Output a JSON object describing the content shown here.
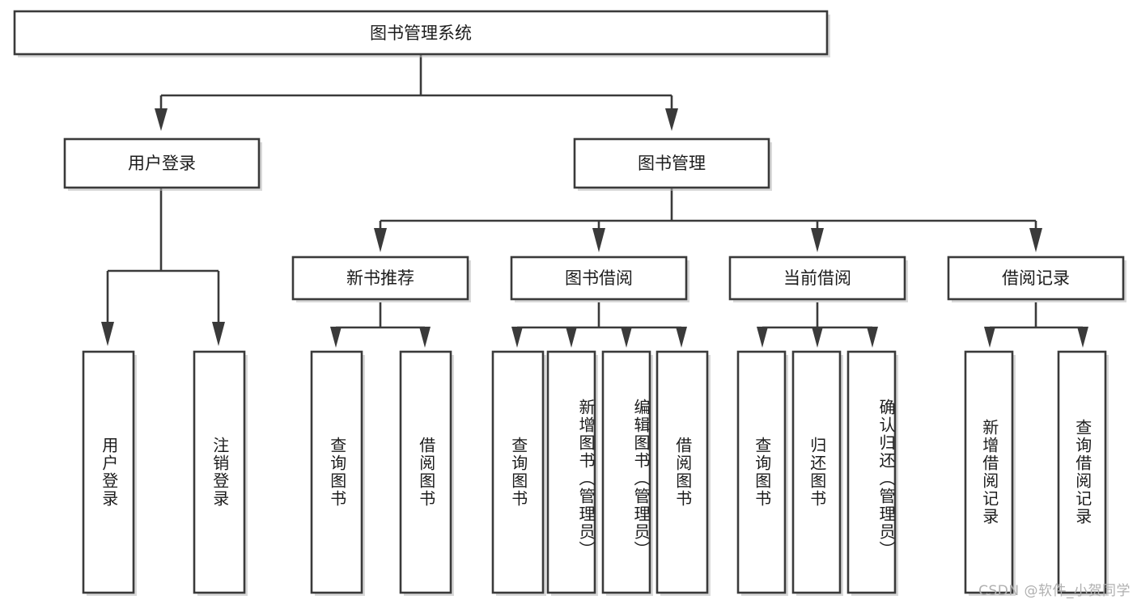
{
  "diagram": {
    "title": "图书管理系统",
    "watermark": "CSDN @软件_小贺同学",
    "type": "tree-hierarchy",
    "colors": {
      "box_stroke": "#3a3a3a",
      "box_fill": "#ffffff",
      "text": "#1c1c1c",
      "background": "#ffffff",
      "watermark": "#b0b0b0"
    },
    "root": {
      "label": "图书管理系统"
    },
    "level2": [
      {
        "id": "user-login",
        "label": "用户登录"
      },
      {
        "id": "book-management",
        "label": "图书管理"
      }
    ],
    "level3": [
      {
        "id": "new-book-recommend",
        "label": "新书推荐",
        "parent": "book-management"
      },
      {
        "id": "book-borrow",
        "label": "图书借阅",
        "parent": "book-management"
      },
      {
        "id": "current-borrow",
        "label": "当前借阅",
        "parent": "book-management"
      },
      {
        "id": "borrow-record",
        "label": "借阅记录",
        "parent": "book-management"
      }
    ],
    "leaves": [
      {
        "id": "leaf-user-login",
        "label": "用户登录",
        "parent": "user-login"
      },
      {
        "id": "leaf-logout-login",
        "label": "注销登录",
        "parent": "user-login"
      },
      {
        "id": "leaf-query-book-1",
        "label": "查询图书",
        "parent": "new-book-recommend"
      },
      {
        "id": "leaf-borrow-book-1",
        "label": "借阅图书",
        "parent": "new-book-recommend"
      },
      {
        "id": "leaf-query-book-2",
        "label": "查询图书",
        "parent": "book-borrow"
      },
      {
        "id": "leaf-add-book",
        "label": "新增图书（管理员）",
        "parent": "book-borrow"
      },
      {
        "id": "leaf-edit-book",
        "label": "编辑图书（管理员）",
        "parent": "book-borrow"
      },
      {
        "id": "leaf-borrow-book-2",
        "label": "借阅图书",
        "parent": "book-borrow"
      },
      {
        "id": "leaf-query-book-3",
        "label": "查询图书",
        "parent": "current-borrow"
      },
      {
        "id": "leaf-return-book",
        "label": "归还图书",
        "parent": "current-borrow"
      },
      {
        "id": "leaf-confirm-return",
        "label": "确认归还（管理员）",
        "parent": "current-borrow"
      },
      {
        "id": "leaf-add-record",
        "label": "新增借阅记录",
        "parent": "borrow-record"
      },
      {
        "id": "leaf-query-record",
        "label": "查询借阅记录",
        "parent": "borrow-record"
      }
    ]
  }
}
